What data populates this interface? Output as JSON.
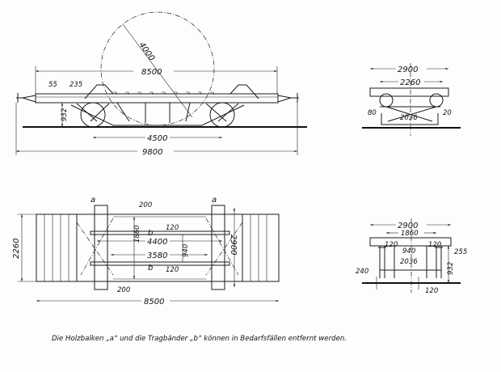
{
  "side_view": {
    "radius": "4000",
    "length_frame": "8500",
    "d55": "55",
    "d235": "235",
    "height": "932",
    "wheelbase": "4500",
    "overall": "9800"
  },
  "end_view_top": {
    "width_outer": "2900",
    "width_inner": "2260",
    "left_offset": "80",
    "right_offset": "20",
    "track": "2036"
  },
  "plan_view": {
    "label_a_left": "a",
    "label_a_right": "a",
    "d200_top": "200",
    "d200_bottom": "200",
    "d120_top": "120",
    "d120_bottom": "120",
    "label_b_top": "b",
    "label_b_bottom": "b",
    "d4400": "4400",
    "d3580": "3580",
    "d1860": "1860",
    "d940": "940",
    "d2260": "2260",
    "d2900": "2900",
    "d8500": "8500"
  },
  "end_view_bottom": {
    "width_outer": "2900",
    "width_inner": "1860",
    "d120_left": "120",
    "d120_right": "120",
    "d940": "940",
    "d255": "255",
    "track": "2036",
    "d932": "932",
    "d240": "240",
    "d120_bottom": "120"
  },
  "caption": "Die Holzbalken „a“ und die Tragbänder „b“ können in Bedarfsfällen entfernt werden."
}
